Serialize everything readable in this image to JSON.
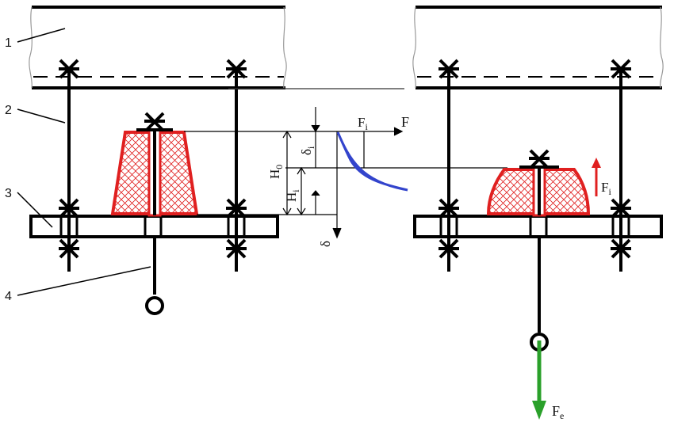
{
  "labels": {
    "part_1": "1",
    "part_2": "2",
    "part_3": "3",
    "part_4": "4",
    "force_axis": "F",
    "force_i": "F",
    "force_i_sub": "i",
    "height_0": "H",
    "height_0_sub": "0",
    "height_i": "H",
    "height_i_sub": "i",
    "delta_i": "δ",
    "delta_i_sub": "i",
    "delta_axis": "δ",
    "right_force_i": "F",
    "right_force_i_sub": "i",
    "force_e": "F",
    "force_e_sub": "e"
  },
  "colors": {
    "line": "#000000",
    "cushion": "#e02020",
    "curve": "#3344cc",
    "force_up": "#e02020",
    "force_down": "#2aa02a"
  }
}
